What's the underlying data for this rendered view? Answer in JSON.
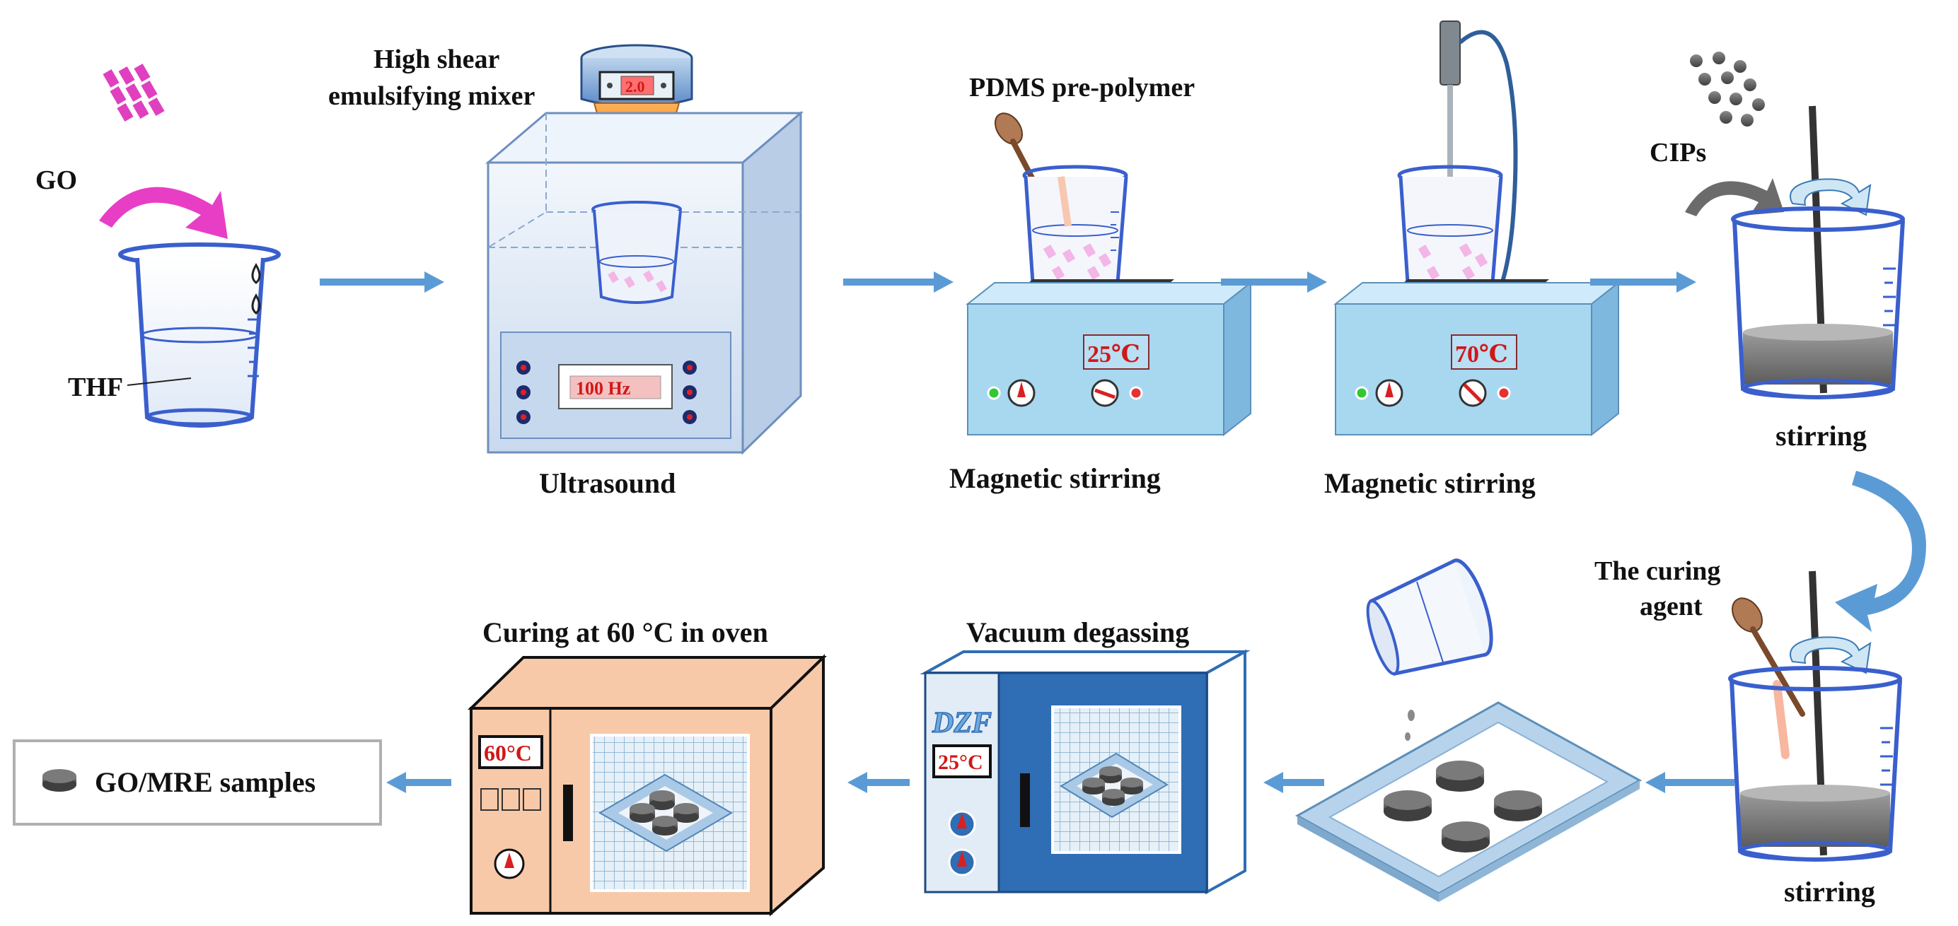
{
  "colors": {
    "arrow": "#5b9bd5",
    "glass": "#3a5fcd",
    "display_text": "#d01818",
    "stirrer_blue": "#a8d8f0",
    "oven_pink": "#f8c9a8",
    "vacuum_blue": "#2f6db5",
    "go_magenta": "#e040c0"
  },
  "labels": {
    "go": "GO",
    "thf": "THF",
    "mixer": [
      "High shear",
      "emulsifying mixer"
    ],
    "mixer_display": "2.0",
    "ultrasound": "Ultrasound",
    "ultrasound_display": "100 Hz",
    "pdms": "PDMS pre-polymer",
    "magnetic1": "Magnetic stirring",
    "temp1": "25℃",
    "magnetic2": "Magnetic stirring",
    "temp2": "70℃",
    "cips": "CIPs",
    "stirring1": "stirring",
    "curing_agent": [
      "The curing",
      "agent"
    ],
    "stirring2": "stirring",
    "vacuum": "Vacuum degassing",
    "vacuum_brand": "DZF",
    "vacuum_temp": "25°C",
    "curing": "Curing  at 60 °C  in  oven",
    "oven_temp": "60°C",
    "samples": "GO/MRE  samples"
  },
  "icons": [
    "beaker-icon",
    "drop-icon",
    "mixer-icon",
    "spoon-icon",
    "stir-rod-icon",
    "rotation-arrow-icon",
    "sample-disk-icon",
    "knob-icon",
    "indicator-light-icon"
  ]
}
